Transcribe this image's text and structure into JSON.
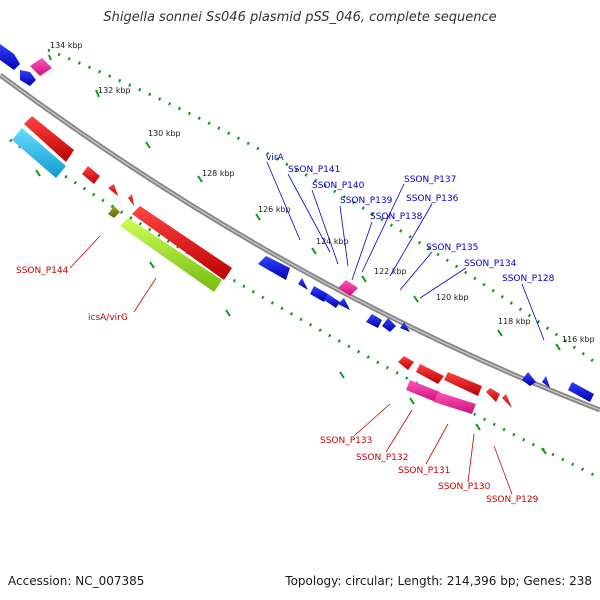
{
  "title": "Shigella sonnei Ss046 plasmid pSS_046, complete sequence",
  "footer": {
    "accession": "Accession: NC_007385",
    "summary": "Topology: circular; Length: 214,396 bp; Genes: 238"
  },
  "scale": {
    "tick_labels": [
      "134 kbp",
      "132 kbp",
      "130 kbp",
      "128 kbp",
      "126 kbp",
      "124 kbp",
      "122 kbp",
      "120 kbp",
      "118 kbp",
      "116 kbp"
    ]
  },
  "labels": {
    "forward": [
      "virA",
      "SSON_P141",
      "SSON_P140",
      "SSON_P139",
      "SSON_P138",
      "SSON_P137",
      "SSON_P136",
      "SSON_P135",
      "SSON_P134",
      "SSON_P128"
    ],
    "reverse": [
      "SSON_P144",
      "icsA/virG",
      "SSON_P133",
      "SSON_P132",
      "SSON_P131",
      "SSON_P130",
      "SSON_P129"
    ]
  },
  "colors": {
    "forward_label": "#0000cc",
    "reverse_label": "#cc0000",
    "forward_gene": "#0000dd",
    "reverse_gene": "#ee0000",
    "pink_feature": "#ee2299",
    "cyan_feature": "#22bbee",
    "green_feature": "#99ee22",
    "backbone": "#888888",
    "tick": "#119911"
  }
}
